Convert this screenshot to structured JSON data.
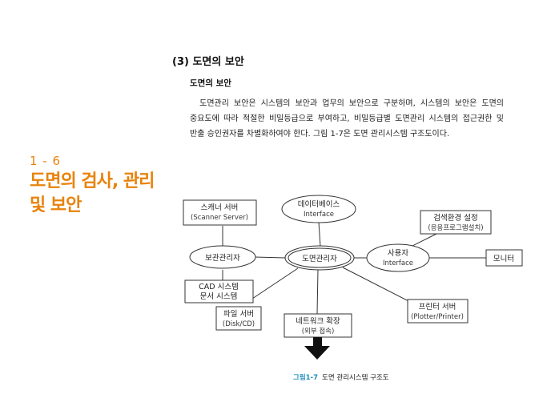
{
  "sidebar": {
    "chapter_number": "1 - 6",
    "chapter_title": "도면의 검사, 관리 및 보안"
  },
  "section": {
    "title": "(3) 도면의 보안",
    "subtitle": "도면의 보안",
    "body": "도면관리 보안은 시스템의 보안과 업무의 보안으로 구분하며, 시스템의 보안은 도면의 중요도에 따라 적절한 비밀등급으로 부여하고, 비밀등급별 도면관리 시스템의 접근권한 및 반출 승인권자를 차별화하여야 한다. 그림 1-7은 도면 관리시스템 구조도이다."
  },
  "diagram": {
    "center": "도면관리자",
    "database": {
      "line1": "데이터베이스",
      "line2": "Interface"
    },
    "scanner": {
      "line1": "스캐너 서버",
      "line2": "(Scanner Server)"
    },
    "storage": "보관관리자",
    "cad": {
      "line1": "CAD 시스템",
      "line2": "문서 시스템"
    },
    "file_server": {
      "line1": "파일 서버",
      "line2": "(Disk/CD)"
    },
    "network": {
      "line1": "네트워크 확장",
      "line2": "(외부 접속)"
    },
    "printer": {
      "line1": "프린터 서버",
      "line2": "(Plotter/Printer)"
    },
    "user": {
      "line1": "사용자",
      "line2": "Interface"
    },
    "search_env": {
      "line1": "검색환경 설정",
      "line2": "(응용프로그램설치)"
    },
    "monitor": "모니터"
  },
  "caption": {
    "label": "그림1-7",
    "text": "도면 관리시스템 구조도"
  }
}
